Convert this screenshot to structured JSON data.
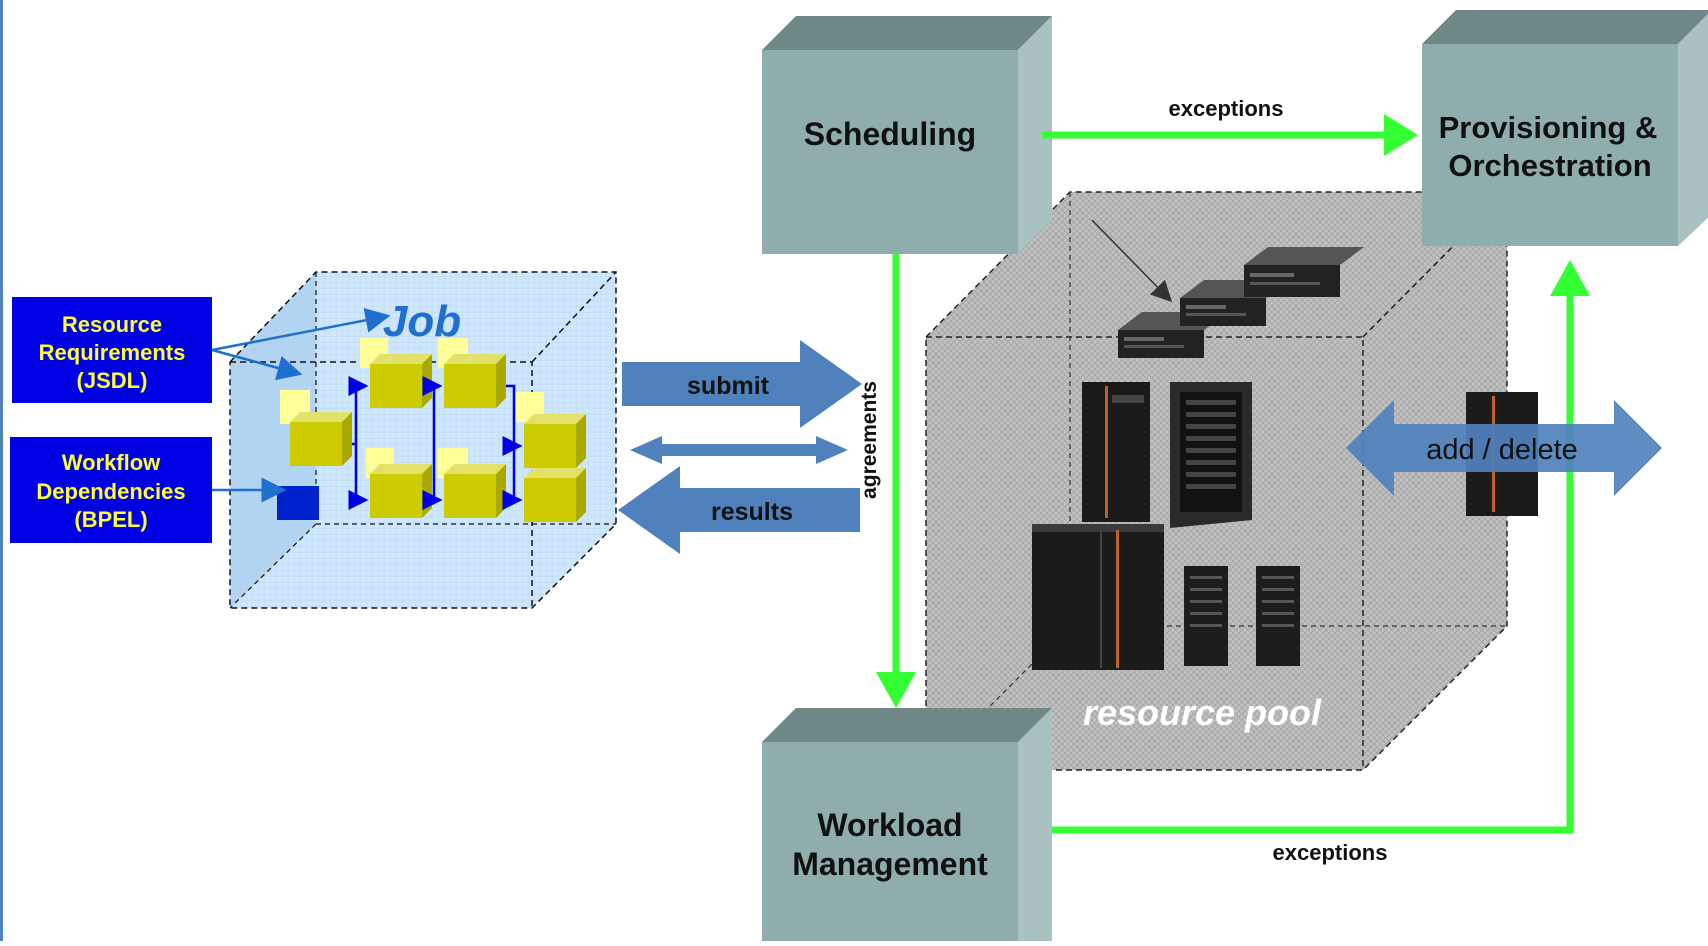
{
  "boxes": {
    "scheduling": "Scheduling",
    "provisioning_line1": "Provisioning &",
    "provisioning_line2": "Orchestration",
    "workload_line1": "Workload",
    "workload_line2": "Management"
  },
  "labels": {
    "resource_req_line1": "Resource",
    "resource_req_line2": "Requirements",
    "resource_req_line3": "(JSDL)",
    "workflow_line1": "Workflow",
    "workflow_line2": "Dependencies",
    "workflow_line3": "(BPEL)",
    "job": "Job",
    "submit": "submit",
    "results": "results",
    "agreements": "agreements",
    "exceptions_top": "exceptions",
    "exceptions_bottom": "exceptions",
    "add_delete": "add / delete",
    "resource_pool": "resource pool"
  },
  "colors": {
    "box_front": "#8fadad",
    "box_top": "#6e8888",
    "box_side": "#a9c1c1",
    "label_bg": "#0000e6",
    "label_text": "#ffff33",
    "flow_arrow": "#4f81bd",
    "exception_arrow": "#33ff33",
    "job_text": "#1f6fd1"
  }
}
